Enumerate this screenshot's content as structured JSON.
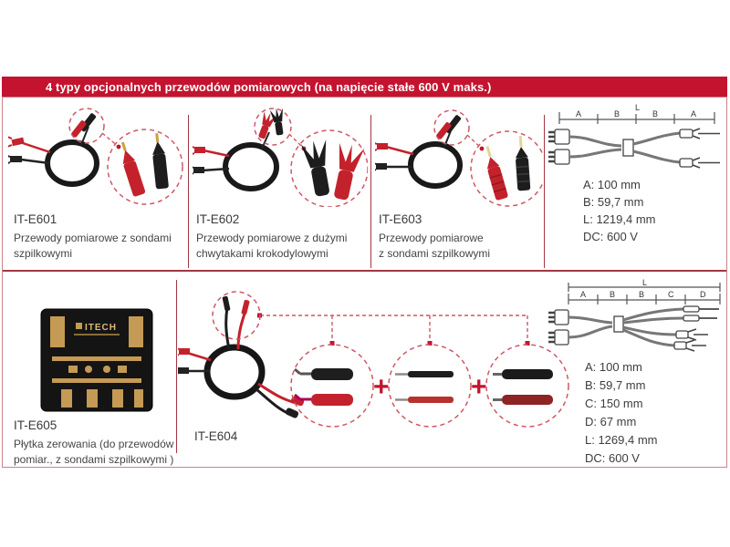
{
  "header": {
    "title": "4 typy opcjonalnych przewodów pomiarowych (na napięcie stałe 600 V maks.)",
    "bg_color": "#c4132e",
    "text_color": "#ffffff"
  },
  "products": {
    "e601": {
      "code": "IT-E601",
      "description": "Przewody pomiarowe z sondami\nszpilkowymi"
    },
    "e602": {
      "code": "IT-E602",
      "description": "Przewody pomiarowe z dużymi\nchwytakami krokodylowymi"
    },
    "e603": {
      "code": "IT-E603",
      "description": "Przewody pomiarowe\nz sondami szpilkowymi"
    },
    "e604": {
      "code": "IT-E604",
      "plus": "+"
    },
    "e605": {
      "code": "IT-E605",
      "description": "Płytka zerowania (do przewodów\npomiar., z sondami szpilkowymi )"
    }
  },
  "device": {
    "brand": "ITECH"
  },
  "diagram_top": {
    "dim_labels": [
      "A",
      "B",
      "L",
      "B",
      "A"
    ],
    "specs": [
      "A: 100 mm",
      "B: 59,7 mm",
      "L: 1219,4 mm",
      "DC: 600 V"
    ]
  },
  "diagram_bottom": {
    "dim_labels": [
      "L",
      "A",
      "B",
      "B",
      "C",
      "D"
    ],
    "specs": [
      "A: 100 mm",
      "B: 59,7 mm",
      "C: 150 mm",
      "D: 67 mm",
      "L: 1269,4 mm",
      "DC: 600 V"
    ]
  },
  "accent_colors": {
    "red": "#c3222c",
    "dark_red": "#a23744",
    "gold": "#c49a55"
  }
}
